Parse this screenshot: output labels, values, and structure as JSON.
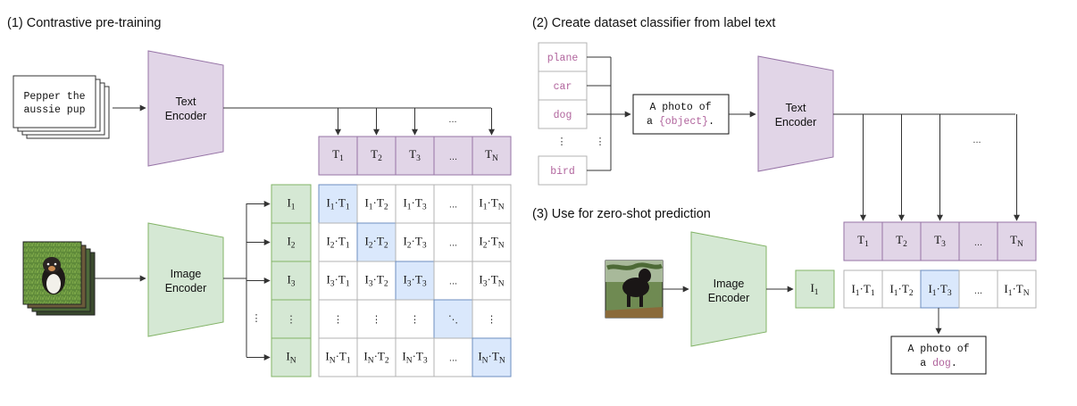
{
  "section1": {
    "title": "(1) Contrastive pre-training"
  },
  "section2": {
    "title": "(2) Create dataset classifier from label text"
  },
  "section3": {
    "title": "(3) Use for zero-shot prediction"
  },
  "text_card": {
    "line1": "Pepper the",
    "line2": "aussie pup"
  },
  "text_encoder": {
    "line1": "Text",
    "line2": "Encoder"
  },
  "image_encoder": {
    "line1": "Image",
    "line2": "Encoder"
  },
  "labels": [
    "plane",
    "car",
    "dog",
    "bird"
  ],
  "ellipsis": "...",
  "vdots": "⋮",
  "ddots": "⋱",
  "template": {
    "line1": "A photo of",
    "prefix2": "a ",
    "object": "{object}",
    "suffix2": "."
  },
  "prediction": {
    "line1": "A photo of",
    "prefix2": "a ",
    "object": "dog",
    "suffix2": "."
  },
  "symbols": {
    "T": "T",
    "I": "I",
    "dot": "·"
  },
  "indices": [
    "1",
    "2",
    "3",
    "N"
  ],
  "colors": {
    "text_encoder_fill": "#e1d5e7",
    "text_encoder_stroke": "#9673a6",
    "image_encoder_fill": "#d5e8d4",
    "image_encoder_stroke": "#82b366",
    "diagonal_fill": "#dae8fc",
    "diagonal_stroke": "#6c8ebf",
    "label_text": "#b0639c"
  },
  "icons": {
    "dog_photo_stack": "dog-photo-stack-icon",
    "dog_photo": "dog-photo-icon"
  }
}
